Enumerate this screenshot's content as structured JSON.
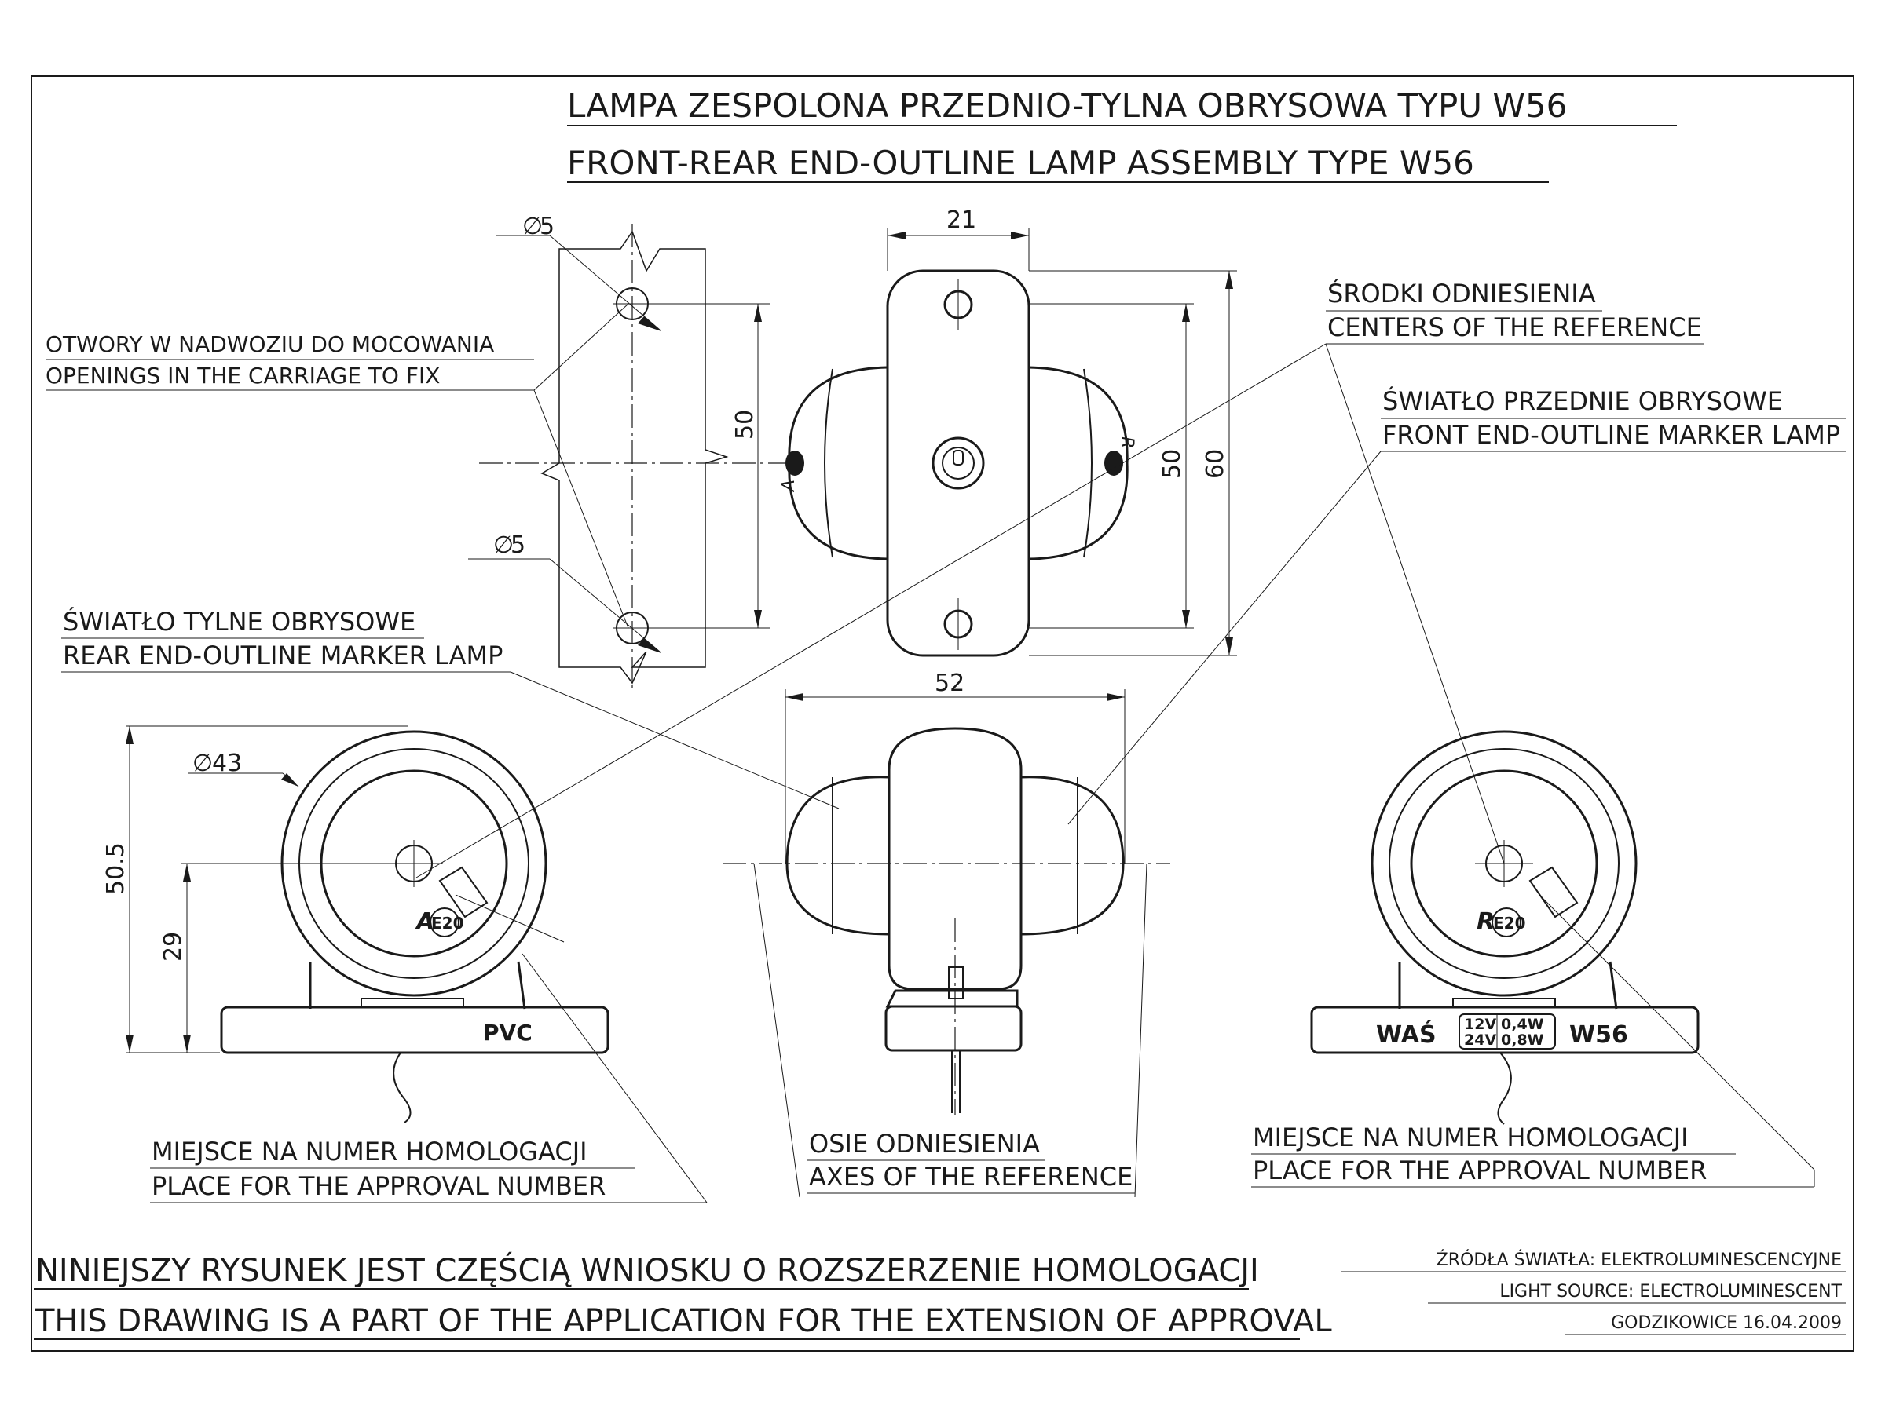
{
  "title": {
    "pl": "LAMPA ZESPOLONA PRZEDNIO-TYLNA OBRYSOWA TYPU W56",
    "en": "FRONT-REAR END-OUTLINE LAMP ASSEMBLY TYPE W56"
  },
  "labels": {
    "openings_pl": "OTWORY W NADWOZIU DO MOCOWANIA",
    "openings_en": "OPENINGS IN THE CARRIAGE TO FIX",
    "centers_pl": "ŚRODKI ODNIESIENIA",
    "centers_en": "CENTERS OF THE REFERENCE",
    "front_lamp_pl": "ŚWIATŁO PRZEDNIE OBRYSOWE",
    "front_lamp_en": "FRONT END-OUTLINE MARKER LAMP",
    "rear_lamp_pl": "ŚWIATŁO TYLNE OBRYSOWE",
    "rear_lamp_en": "REAR END-OUTLINE MARKER LAMP",
    "approval_left_pl": "MIEJSCE NA NUMER HOMOLOGACJI",
    "approval_left_en": "PLACE FOR THE APPROVAL NUMBER",
    "axes_pl": "OSIE ODNIESIENIA",
    "axes_en": "AXES OF THE REFERENCE",
    "approval_right_pl": "MIEJSCE NA NUMER HOMOLOGACJI",
    "approval_right_en": "PLACE FOR THE APPROVAL NUMBER"
  },
  "dimensions": {
    "hole_top": "5",
    "hole_bottom": "5",
    "holes_spacing": "50",
    "width_top": "21",
    "height_50": "50",
    "height_60": "60",
    "width_52": "52",
    "diameter_43": "43",
    "height_50_5": "50.5",
    "height_29": "29"
  },
  "markings": {
    "pvc": "PVC",
    "maker": "WAŚ",
    "v12": "12V",
    "v24": "24V",
    "w04": "0,4W",
    "w08": "0,8W",
    "model": "W56",
    "mark_a": "A",
    "mark_r": "R",
    "e_code": "E20",
    "mark_a_side": "A",
    "mark_r_side": "R"
  },
  "footer": {
    "note_pl": "NINIEJSZY RYSUNEK JEST CZĘŚCIĄ WNIOSKU O  ROZSZERZENIE  HOMOLOGACJI",
    "note_en": "THIS DRAWING IS A PART OF THE APPLICATION FOR THE EXTENSION OF APPROVAL",
    "source_pl": "ŹRÓDŁA ŚWIATŁA: ELEKTROLUMINESCENCYJNE",
    "source_en": "LIGHT SOURCE: ELECTROLUMINESCENT",
    "place_date": "GODZIKOWICE 16.04.2009"
  }
}
